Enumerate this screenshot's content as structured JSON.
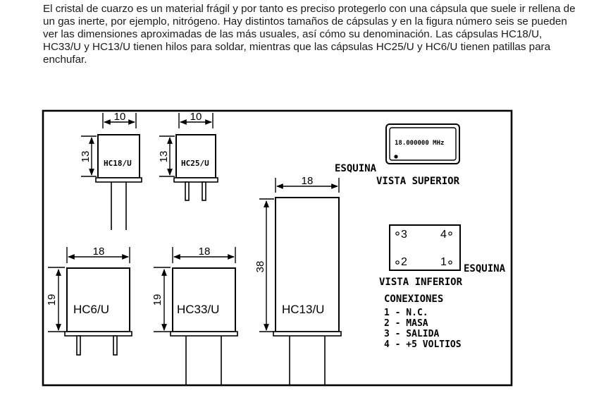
{
  "intro_text": "El cristal de cuarzo es un material frágil y por tanto es preciso protegerlo con una cápsula que suele ir rellena de un gas inerte, por ejemplo, nitrógeno. Hay distintos tamaños de cápsulas y en la figura número seis se pueden ver las dimensiones aproximadas de las más usuales, así cómo su denominación. Las cápsulas HC18/U, HC33/U y HC13/U tienen hilos para soldar, mientras que las cápsulas HC25/U y HC6/U tienen patillas para enchufar.",
  "capsules": {
    "hc18": {
      "name": "HC18/U",
      "width": "10",
      "height": "13"
    },
    "hc25": {
      "name": "HC25/U",
      "width": "10",
      "height": "13"
    },
    "hc6": {
      "name": "HC6/U",
      "width": "18",
      "height": "19"
    },
    "hc33": {
      "name": "HC33/U",
      "width": "18",
      "height": "19"
    },
    "hc13": {
      "name": "HC13/U",
      "width": "18",
      "height": "38"
    }
  },
  "top_view": {
    "frequency": "18.000000 MHz",
    "corner_label": "ESQUINA",
    "title": "VISTA SUPERIOR"
  },
  "bottom_view": {
    "pins": [
      "3",
      "4",
      "2",
      "1"
    ],
    "corner_label": "ESQUINA",
    "title": "VISTA INFERIOR"
  },
  "connections": {
    "title": "CONEXIONES",
    "items": [
      "1 - N.C.",
      "2 - MASA",
      "3 - SALIDA",
      "4 - +5 VOLTIOS"
    ]
  }
}
